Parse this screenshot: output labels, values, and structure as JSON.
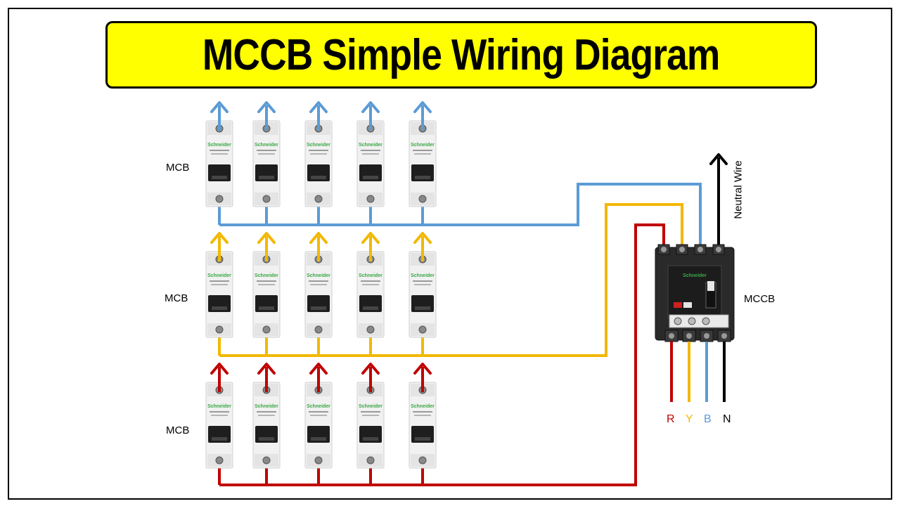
{
  "title": "MCCB Simple Wiring Diagram",
  "labels": {
    "mcb_row_1": "MCB",
    "mcb_row_2": "MCB",
    "mcb_row_3": "MCB",
    "mccb": "MCCB",
    "neutral_wire": "Neutral Wire"
  },
  "mcb_brand": "Schneider",
  "mccb_brand": "Schneider",
  "phases": [
    {
      "label": "R",
      "color": "#c00000"
    },
    {
      "label": "Y",
      "color": "#f2b800"
    },
    {
      "label": "B",
      "color": "#5b9bd5"
    },
    {
      "label": "N",
      "color": "#000000"
    }
  ],
  "rows": [
    {
      "phase": "B",
      "color": "#5b9bd5",
      "breaker_count": 5
    },
    {
      "phase": "Y",
      "color": "#f2b800",
      "breaker_count": 5
    },
    {
      "phase": "R",
      "color": "#c00000",
      "breaker_count": 5
    }
  ]
}
